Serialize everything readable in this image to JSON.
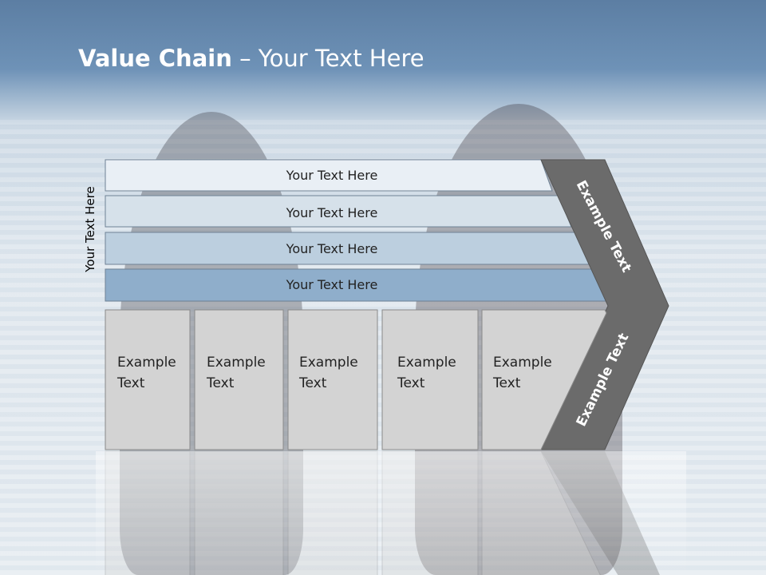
{
  "slide": {
    "title_bold": "Value Chain",
    "title_rest": " – Your Text Here",
    "side_label": "Your Text Here"
  },
  "bands": [
    {
      "label": "Your Text Here",
      "fill": "#e9eff5"
    },
    {
      "label": "Your Text Here",
      "fill": "#d6e1ea"
    },
    {
      "label": "Your Text Here",
      "fill": "#bccfdf"
    },
    {
      "label": "Your Text Here",
      "fill": "#8faecb"
    }
  ],
  "boxes": [
    {
      "line1": "Example",
      "line2": "Text"
    },
    {
      "line1": "Example",
      "line2": "Text"
    },
    {
      "line1": "Example",
      "line2": "Text"
    },
    {
      "line1": "Example",
      "line2": "Text"
    },
    {
      "line1": "Example",
      "line2": "Text"
    }
  ],
  "arrow": {
    "upper_label": "Example Text",
    "lower_label": "Example Text",
    "fill": "#6b6b6b",
    "box_fill": "#d3d3d3"
  }
}
